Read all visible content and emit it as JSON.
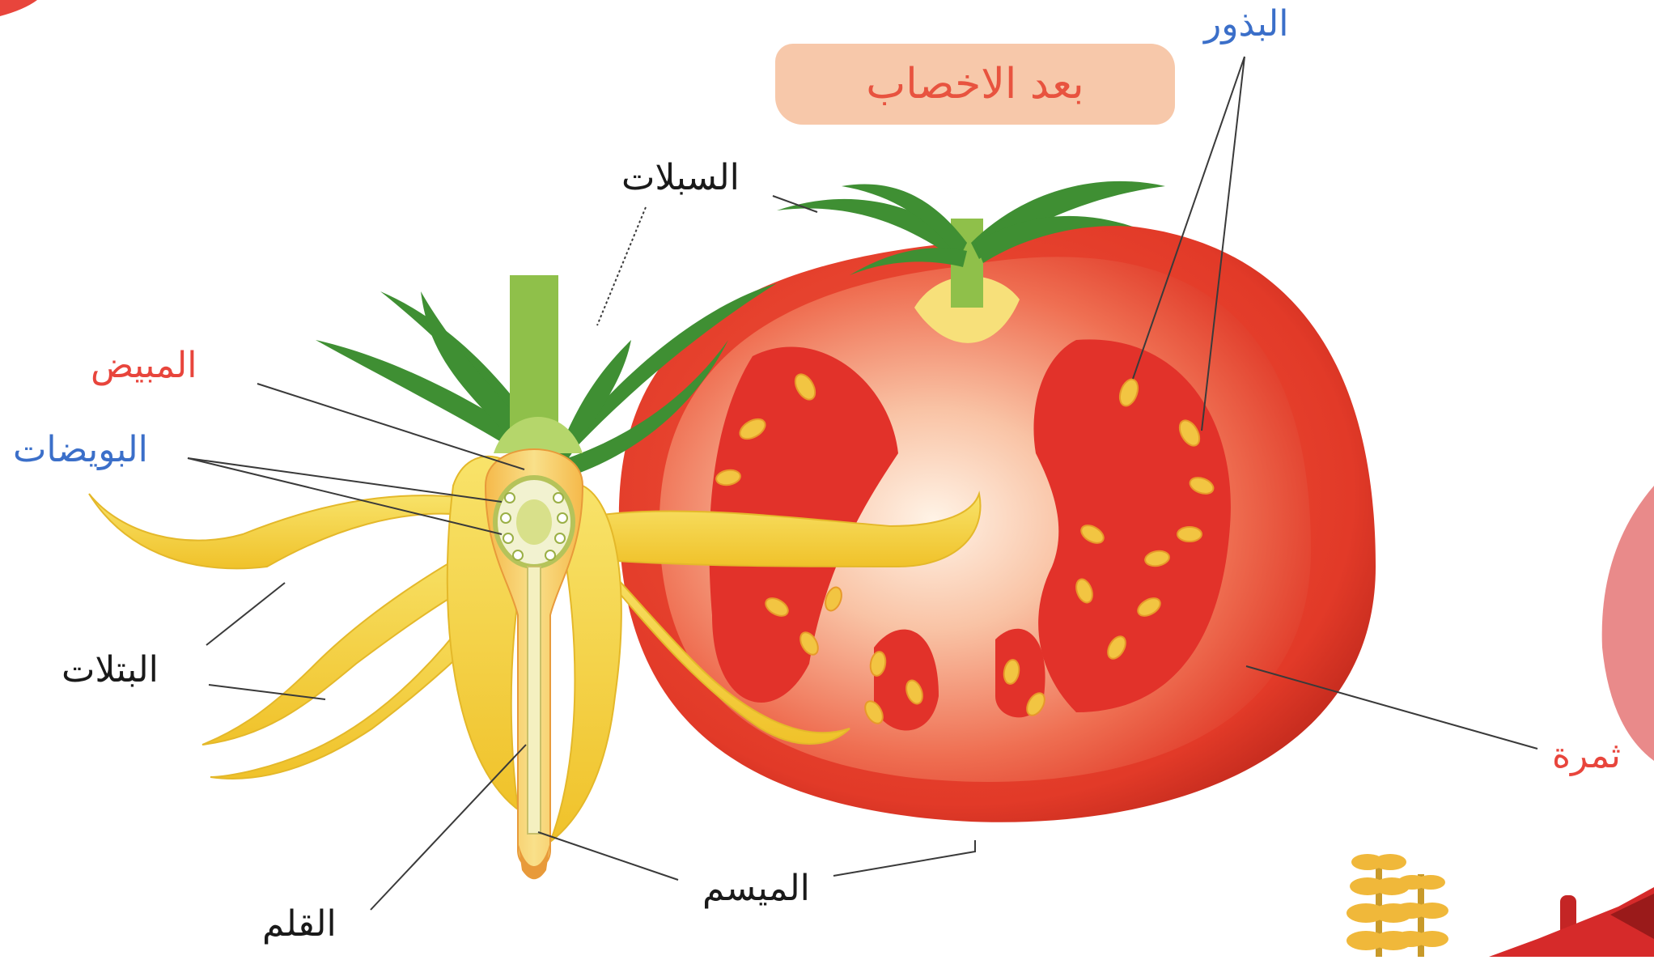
{
  "header": {
    "badge_text": "بعد الاخصاب"
  },
  "labels": {
    "seeds": "البذور",
    "sepals": "السبلات",
    "ovary": "المبيض",
    "ovules": "البويضات",
    "petals": "البتلات",
    "style": "القلم",
    "stigma": "الميسم",
    "fruit": "ثمرة"
  },
  "colors": {
    "label_black": "#1a1a1a",
    "label_red": "#e8453c",
    "label_blue": "#3b6fc9",
    "badge_fill": "#f7c8aa",
    "tomato_red": "#e63b2a",
    "petal_yellow": "#f6d43a",
    "sepal_green": "#4d9a3a"
  }
}
